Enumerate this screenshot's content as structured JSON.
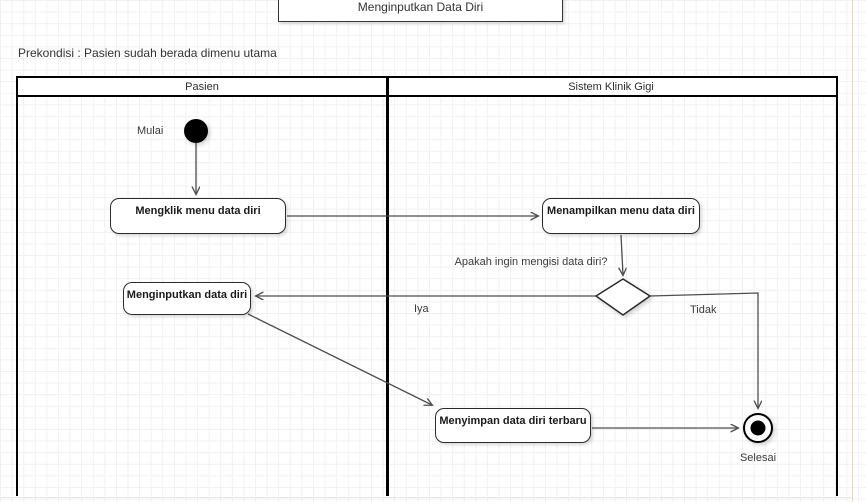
{
  "diagram": {
    "title": "Menginputkan Data Diri",
    "precondition": "Prekondisi : Pasien sudah berada dimenu utama"
  },
  "lanes": {
    "left": "Pasien",
    "right": "Sistem Klinik Gigi"
  },
  "nodes": {
    "start_label": "Mulai",
    "click_menu": "Mengklik menu data diri",
    "show_menu": "Menampilkan menu data diri",
    "decision_question": "Apakah ingin mengisi data diri?",
    "input_data": "Menginputkan data diri",
    "save_data": "Menyimpan data diri terbaru",
    "end_label": "Selesai"
  },
  "edges": {
    "yes_label": "Iya",
    "no_label": "Tidak"
  },
  "colors": {
    "shape_border": "#2b2b2b",
    "connector": "#4d4d4d",
    "lane_border": "#000000",
    "grid": "#f0f0f0",
    "page_edge": "#f2d5b6",
    "start_end_fill": "#000000"
  }
}
